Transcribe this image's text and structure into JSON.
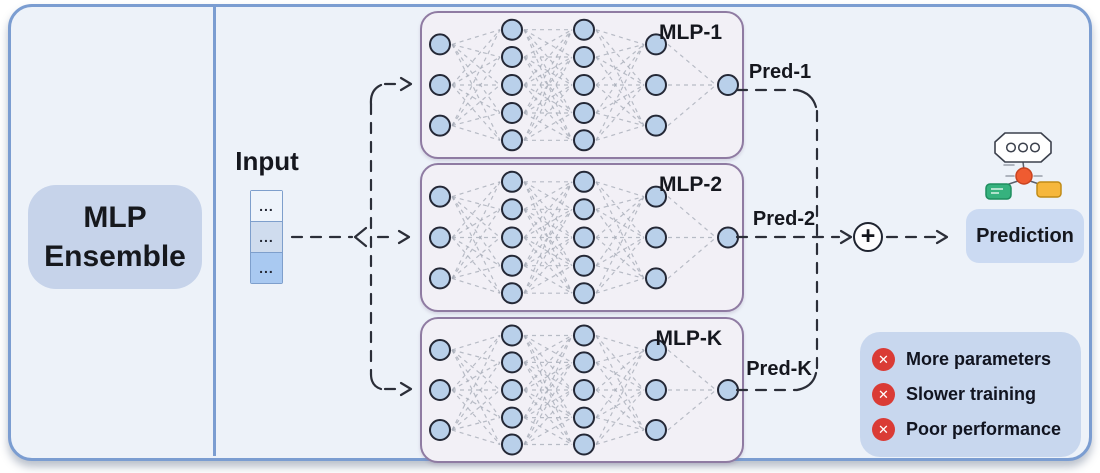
{
  "title": {
    "line1": "MLP",
    "line2": "Ensemble"
  },
  "input": {
    "label": "Input",
    "cells": [
      "...",
      "...",
      "..."
    ]
  },
  "mlps": [
    {
      "label": "MLP-1",
      "pred": "Pred-1"
    },
    {
      "label": "MLP-2",
      "pred": "Pred-2"
    },
    {
      "label": "MLP-K",
      "pred": "Pred-K"
    }
  ],
  "network": {
    "layers": [
      3,
      5,
      5,
      3,
      1
    ]
  },
  "aggregator": {
    "symbol": "+"
  },
  "prediction": {
    "label": "Prediction"
  },
  "cons": {
    "icon_glyph": "✕",
    "items": [
      {
        "label": "More parameters"
      },
      {
        "label": "Slower training"
      },
      {
        "label": "Poor performance"
      }
    ]
  },
  "colors": {
    "frame_blue": "#7b9dd1",
    "box_purple": "#8f7ba2",
    "node_blue": "#b9d0ea",
    "panel_blue": "#c6d3ea",
    "prediction_bg": "#cbdaf2",
    "cons_bg": "#c8d7ee",
    "error_red": "#da3b35",
    "icon_green": "#36b27e",
    "icon_yellow": "#f6b73c",
    "icon_orange": "#ef5b31"
  }
}
